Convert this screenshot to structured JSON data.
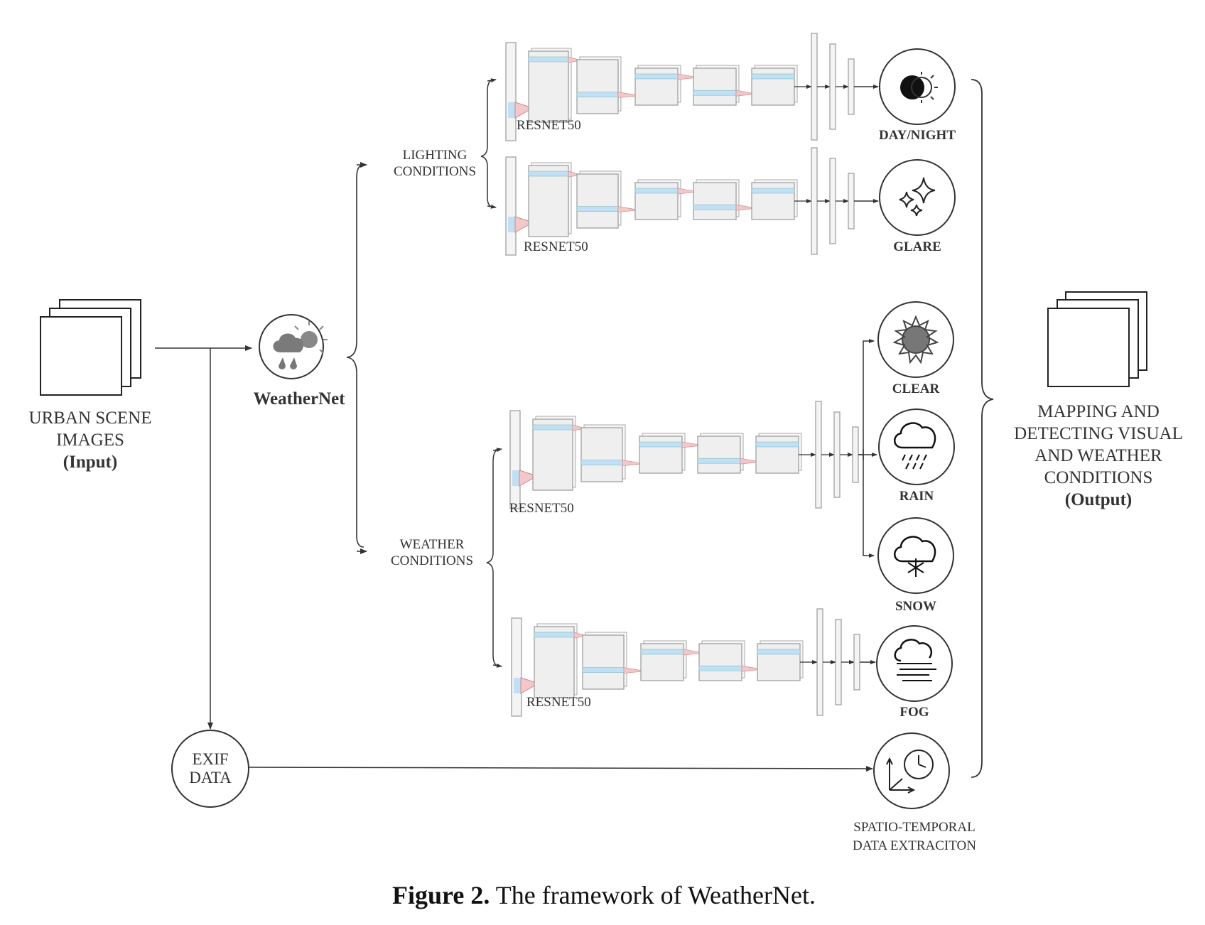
{
  "input": {
    "line1": "URBAN SCENE",
    "line2": "IMAGES",
    "line3": "(Input)"
  },
  "hub": {
    "label": "WeatherNet"
  },
  "groups": {
    "lighting": [
      "LIGHTING",
      "CONDITIONS"
    ],
    "weather": [
      "WEATHER",
      "CONDITIONS"
    ]
  },
  "backbone_label": "RESNET50",
  "outputs": {
    "day_night": "DAY/NIGHT",
    "glare": "GLARE",
    "clear": "CLEAR",
    "rain": "RAIN",
    "snow": "SNOW",
    "fog": "FOG"
  },
  "exif": {
    "line1": "EXIF",
    "line2": "DATA"
  },
  "spatio": {
    "line1": "SPATIO-TEMPORAL",
    "line2": "DATA EXTRACITON"
  },
  "output": {
    "lines": [
      "MAPPING AND",
      "DETECTING VISUAL",
      "AND WEATHER",
      "CONDITIONS"
    ],
    "tag": "(Output)"
  },
  "caption": {
    "label": "Figure 2.",
    "text": " The framework of WeatherNet."
  }
}
